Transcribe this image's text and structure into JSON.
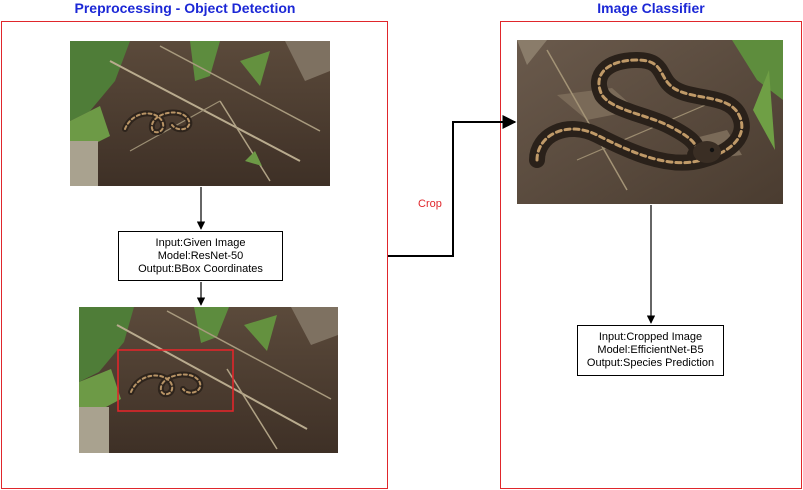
{
  "left_panel": {
    "title": "Preprocessing - Object Detection",
    "detector_box": {
      "line1": "Input:Given Image",
      "line2": "Model:ResNet-50",
      "line3": "Output:BBox Coordinates"
    }
  },
  "right_panel": {
    "title": "Image Classifier",
    "classifier_box": {
      "line1": "Input:Cropped Image",
      "line2": "Model:EfficientNet-B5",
      "line3": "Output:Species Prediction"
    }
  },
  "connector": {
    "label": "Crop"
  },
  "colors": {
    "panel_border": "#e0262b",
    "title_text": "#1c28d6",
    "bbox_outline": "#e0262b",
    "crop_label": "#e0262b"
  }
}
